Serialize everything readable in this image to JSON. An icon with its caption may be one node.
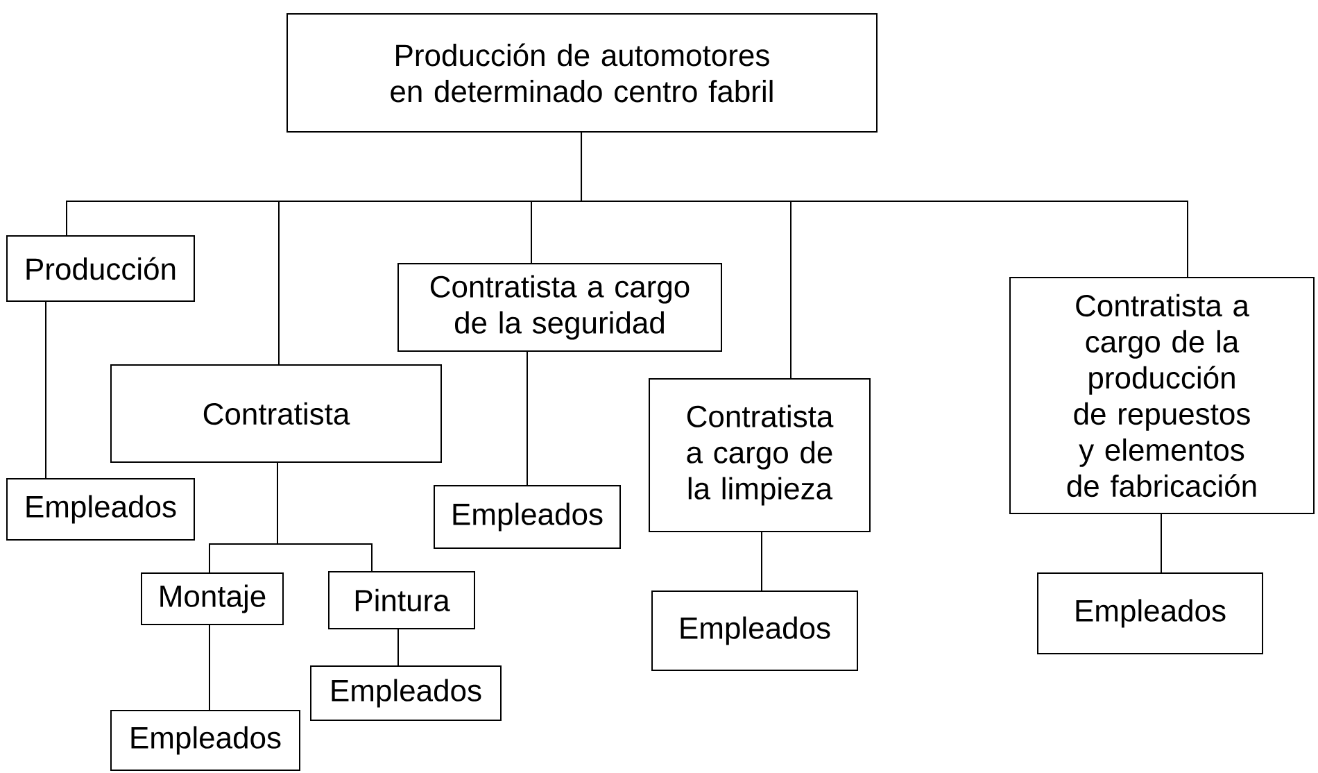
{
  "diagram": {
    "nodes": [
      {
        "text": [
          "Producción de automotores en determinado centro fabril"
        ]
      },
      {
        "text": [
          "Producción"
        ]
      },
      {
        "text": [
          "Contratista"
        ]
      },
      {
        "text": [
          "Contratista a cargo de la seguridad"
        ]
      },
      {
        "text": [
          "Contratista a cargo de la limpieza"
        ]
      },
      {
        "text": [
          "Contratista a cargo de la producción de repuestos y elementos de fabricación"
        ]
      },
      {
        "text": [
          "Empleados"
        ]
      },
      {
        "text": [
          "Empleados"
        ]
      },
      {
        "text": [
          "Montaje"
        ]
      },
      {
        "text": [
          "Pintura"
        ]
      },
      {
        "text": [
          "Empleados"
        ]
      },
      {
        "text": [
          "Empleados"
        ]
      },
      {
        "text": [
          "Empleados"
        ]
      },
      {
        "text": [
          "Empleados"
        ]
      }
    ],
    "edges": [
      {
        "from": 0,
        "to": 1,
        "arrow": "none"
      },
      {
        "from": 0,
        "to": 2,
        "arrow": "none"
      },
      {
        "from": 0,
        "to": 3,
        "arrow": "none"
      },
      {
        "from": 0,
        "to": 4,
        "arrow": "none"
      },
      {
        "from": 0,
        "to": 5,
        "arrow": "none"
      },
      {
        "from": 1,
        "to": 6,
        "arrow": "none"
      },
      {
        "from": 2,
        "to": 8,
        "arrow": "none"
      },
      {
        "from": 2,
        "to": 9,
        "arrow": "none"
      },
      {
        "from": 3,
        "to": 7,
        "arrow": "none"
      },
      {
        "from": 4,
        "to": 10,
        "arrow": "none"
      },
      {
        "from": 5,
        "to": 11,
        "arrow": "none"
      },
      {
        "from": 8,
        "to": 13,
        "arrow": "none"
      },
      {
        "from": 9,
        "to": 12,
        "arrow": "none"
      }
    ]
  }
}
